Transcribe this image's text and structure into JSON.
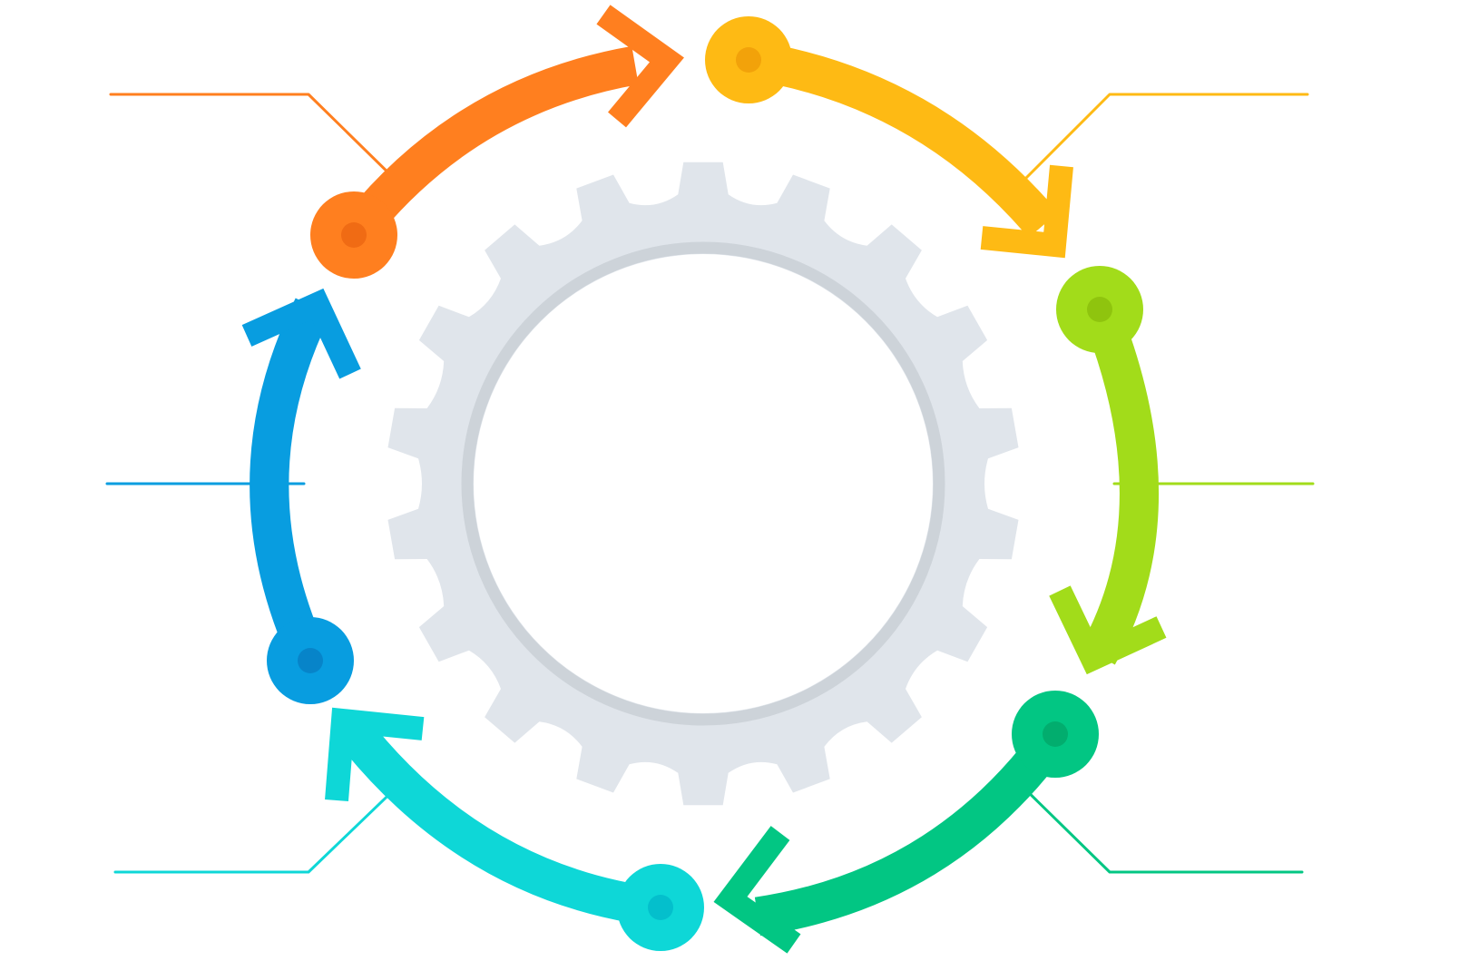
{
  "diagram": {
    "type": "cycle",
    "center": {
      "shape": "gear",
      "tooth_count": 18,
      "fill": "#E0E5EB",
      "ring_color": "#CDD3D9",
      "hole_color": "#FFFFFF",
      "text": ""
    },
    "steps": [
      {
        "id": "step-1",
        "name": "orange",
        "color": "#FF7F1F",
        "dot": "#F06B14",
        "label": ""
      },
      {
        "id": "step-2",
        "name": "yellow",
        "color": "#FEBA14",
        "dot": "#F2A20A",
        "label": ""
      },
      {
        "id": "step-3",
        "name": "lime",
        "color": "#A2DC1A",
        "dot": "#8FC40E",
        "label": ""
      },
      {
        "id": "step-4",
        "name": "green",
        "color": "#02C683",
        "dot": "#02AD6E",
        "label": ""
      },
      {
        "id": "step-5",
        "name": "cyan",
        "color": "#0ED7D7",
        "dot": "#04BFCC",
        "label": ""
      },
      {
        "id": "step-6",
        "name": "blue",
        "color": "#089DE0",
        "dot": "#0784C9",
        "label": ""
      }
    ]
  }
}
